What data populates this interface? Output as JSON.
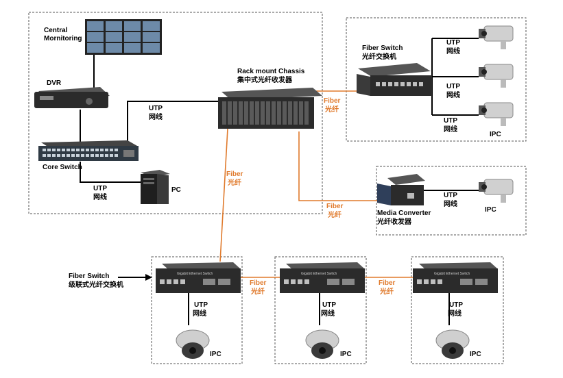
{
  "labels": {
    "central_monitoring_1": "Central",
    "central_monitoring_2": "Mornitoring",
    "dvr": "DVR",
    "core_switch": "Core Switch",
    "pc": "PC",
    "rack_chassis_en": "Rack mount Chassis",
    "rack_chassis_cn": "集中式光纤收发器",
    "fiber_switch_en": "Fiber Switch",
    "fiber_switch_cn": "光纤交换机",
    "media_converter_en": "Media Converter",
    "media_converter_cn": "光纤收发器",
    "cascade_switch_en": "Fiber Switch",
    "cascade_switch_cn": "级联式光纤交换机",
    "ipc": "IPC",
    "utp": "UTP",
    "utp_cn": "网线",
    "fiber": "Fiber",
    "fiber_cn": "光纤"
  },
  "device_text": {
    "switch_panel": "Gigabit Ethernet Switch"
  },
  "colors": {
    "fiber_line": "#e07a2c",
    "utp_line": "#000000",
    "device_dark": "#2b2b2b",
    "box_border": "#555555"
  },
  "icons": [
    "monitor-wall-icon",
    "dvr-icon",
    "core-switch-icon",
    "pc-tower-icon",
    "rack-chassis-icon",
    "fiber-switch-icon",
    "media-converter-icon",
    "bullet-camera-icon",
    "dome-camera-icon",
    "arrow-right-icon"
  ]
}
